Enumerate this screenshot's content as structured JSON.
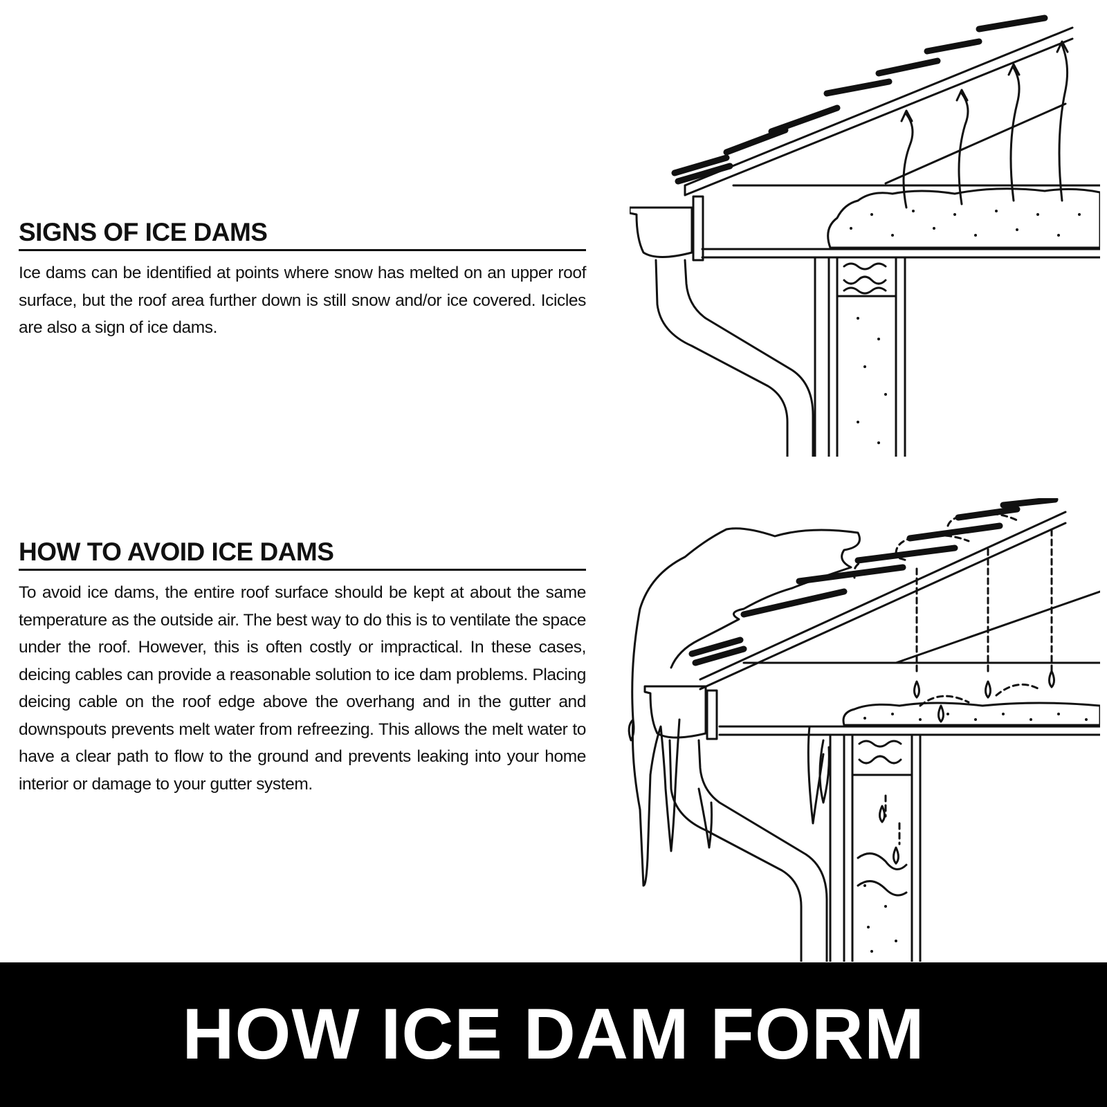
{
  "signs": {
    "heading": "SIGNS OF ICE DAMS",
    "body": "Ice dams can be identified at points where snow has melted on an upper roof surface, but the roof area further down is still snow and/or ice covered. Icicles are also a sign of ice dams."
  },
  "avoid": {
    "heading": "HOW TO AVOID ICE DAMS",
    "body": "To avoid ice dams, the entire roof surface should be kept at about the same temperature as the outside air. The best way to do this is to ventilate the space under the roof. However, this is often costly or impractical. In these cases, deicing cables can provide a reasonable solution to ice dam problems. Placing deicing cable on the roof edge above the overhang and in the gutter and downspouts prevents melt water from refreezing. This allows the melt water to have a clear path to flow to the ground and prevents leaking into your home interior or damage to your gutter system."
  },
  "footer": {
    "title": "HOW ICE DAM FORM"
  },
  "colors": {
    "ink": "#111111",
    "background": "#ffffff",
    "banner": "#000000"
  }
}
